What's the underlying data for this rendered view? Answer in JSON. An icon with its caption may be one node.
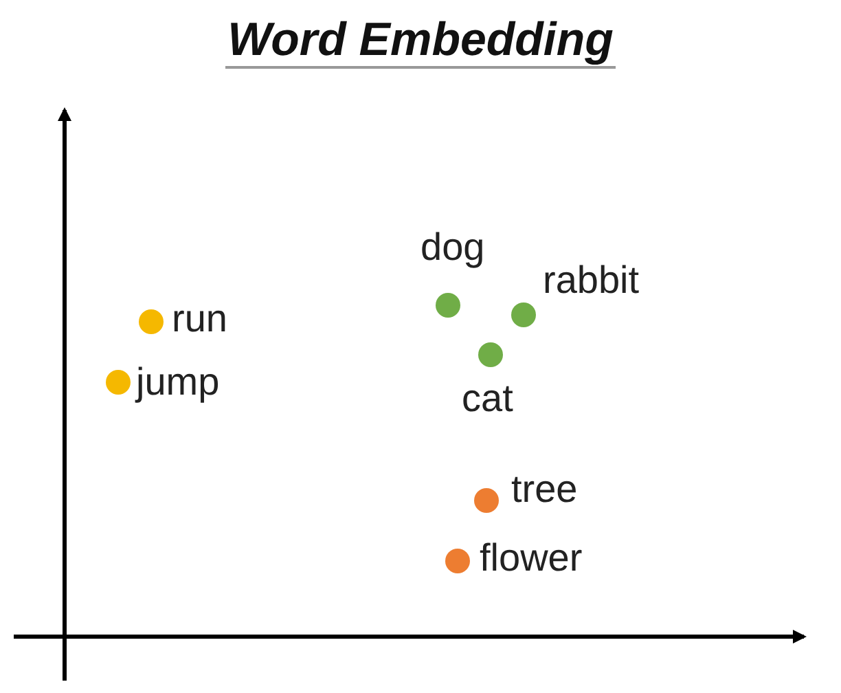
{
  "diagram": {
    "title": "Word Embedding",
    "labels": [
      "dog",
      "rabbit",
      "run",
      "jump",
      "cat",
      "tree",
      "flower"
    ]
  }
}
